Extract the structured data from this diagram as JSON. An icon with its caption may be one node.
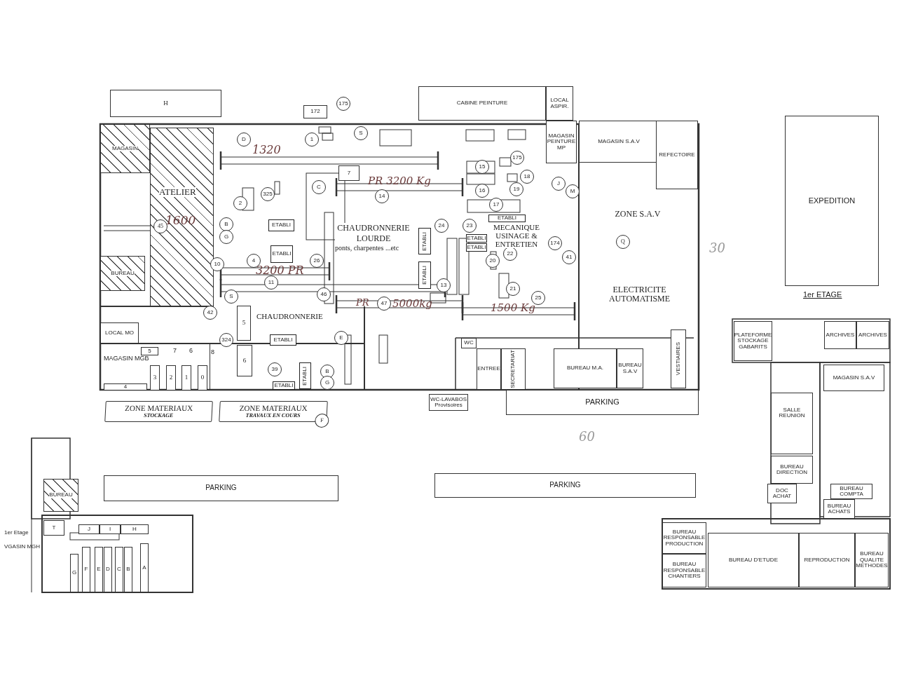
{
  "diagram": {
    "nodes": [
      {
        "text": [
          "H"
        ]
      },
      {
        "text": [
          "172"
        ]
      },
      {
        "text": [
          "175"
        ]
      },
      {
        "text": [
          "CABINE PEINTURE"
        ]
      },
      {
        "text": [
          "LOCAL ASPIR."
        ]
      },
      {
        "text": [
          "MAGASIN"
        ]
      },
      {
        "text": [
          "D"
        ]
      },
      {
        "text": [
          "1"
        ]
      },
      {
        "text": [
          "S"
        ]
      },
      {
        "text": [
          "MAGASIN PEINTURE MP"
        ]
      },
      {
        "text": [
          "MAGASIN S.A.V"
        ]
      },
      {
        "text": [
          "REFECTOIRE"
        ]
      },
      {
        "text": [
          "EXPEDITION"
        ]
      },
      {
        "text": [
          "175"
        ]
      },
      {
        "text": [
          "15"
        ]
      },
      {
        "text": [
          "7"
        ]
      },
      {
        "text": [
          "18"
        ]
      },
      {
        "text": [
          "ATELIER"
        ]
      },
      {
        "text": [
          "C"
        ]
      },
      {
        "text": [
          "16"
        ]
      },
      {
        "text": [
          "19"
        ]
      },
      {
        "text": [
          "J"
        ]
      },
      {
        "text": [
          "M"
        ]
      },
      {
        "text": [
          "325"
        ]
      },
      {
        "text": [
          "14"
        ]
      },
      {
        "text": [
          "ZONE S.A.V"
        ]
      },
      {
        "text": [
          "Q"
        ],
        "in": 25
      },
      {
        "text": [
          "2"
        ]
      },
      {
        "text": [
          "17"
        ]
      },
      {
        "text": [
          "45"
        ],
        "in": 17
      },
      {
        "text": [
          "B"
        ]
      },
      {
        "text": [
          "ETABLI"
        ]
      },
      {
        "text": [
          "ETABLI"
        ]
      },
      {
        "text": [
          "24"
        ]
      },
      {
        "text": [
          "23"
        ]
      },
      {
        "text": [
          "G"
        ]
      },
      {
        "text": [
          "ETABLI"
        ]
      },
      {
        "text": [
          "ETABLI"
        ]
      },
      {
        "text": [
          "174"
        ]
      },
      {
        "text": [
          "ETABLI"
        ]
      },
      {
        "text": [
          "ETABLI"
        ]
      },
      {
        "text": [
          "22"
        ]
      },
      {
        "text": [
          "41"
        ]
      },
      {
        "text": [
          "BUREAU"
        ]
      },
      {
        "text": [
          "4"
        ]
      },
      {
        "text": [
          "26"
        ]
      },
      {
        "text": [
          "20"
        ]
      },
      {
        "text": [
          "10"
        ]
      },
      {
        "text": [
          "ETABLI"
        ]
      },
      {
        "text": [
          "11"
        ]
      },
      {
        "text": [
          "13"
        ]
      },
      {
        "text": [
          "21"
        ]
      },
      {
        "text": [
          "ELECTRICITE AUTOMATISME"
        ]
      },
      {
        "text": [
          "S"
        ]
      },
      {
        "text": [
          "46"
        ]
      },
      {
        "text": [
          "25"
        ]
      },
      {
        "text": [
          "47"
        ]
      },
      {
        "text": [
          "42"
        ]
      },
      {
        "text": [
          "5"
        ]
      },
      {
        "text": [
          "LOCAL MO"
        ]
      },
      {
        "text": [
          "E"
        ]
      },
      {
        "text": [
          "ETABLI"
        ]
      },
      {
        "text": [
          "324"
        ]
      },
      {
        "text": [
          "WC"
        ]
      },
      {
        "text": [
          "ENTREE"
        ]
      },
      {
        "text": [
          "SECRETARIAT"
        ]
      },
      {
        "text": [
          "BUREAU M.A."
        ]
      },
      {
        "text": [
          "BUREAU S.A.V"
        ]
      },
      {
        "text": [
          "VESTIAIRES"
        ]
      },
      {
        "text": [
          "MAGASIN MGB"
        ]
      },
      {
        "text": [
          "5"
        ],
        "in": 69
      },
      {
        "text": [
          "3"
        ],
        "in": 69
      },
      {
        "text": [
          "2"
        ],
        "in": 69
      },
      {
        "text": [
          "1"
        ],
        "in": 69
      },
      {
        "text": [
          "0"
        ],
        "in": 69
      },
      {
        "text": [
          "4"
        ],
        "in": 69
      },
      {
        "text": [
          "6"
        ]
      },
      {
        "text": [
          "39"
        ]
      },
      {
        "text": [
          "ETABLI"
        ]
      },
      {
        "text": [
          "ETABLI"
        ]
      },
      {
        "text": [
          "B"
        ]
      },
      {
        "text": [
          "G"
        ]
      },
      {
        "text": [
          "ZONE MATERIAUX",
          "STOCKAGE"
        ]
      },
      {
        "text": [
          "ZONE MATERIAUX",
          "TRAVAUX EN COURS"
        ]
      },
      {
        "text": [
          "F"
        ],
        "in": 83
      },
      {
        "text": [
          "WC-LAVABOS Provisoires"
        ]
      },
      {
        "text": [
          "PARKING"
        ]
      },
      {
        "text": [
          "PLATEFORME STOCKAGE GABARITS"
        ]
      },
      {
        "text": [
          "ARCHIVES"
        ]
      },
      {
        "text": [
          "ARCHIVES"
        ]
      },
      {
        "text": [
          "MAGASIN S.A.V"
        ]
      },
      {
        "text": [
          "SALLE REUNION"
        ]
      },
      {
        "text": [
          "PARKING"
        ]
      },
      {
        "text": [
          "PARKING"
        ]
      },
      {
        "text": [
          "BUREAU DIRECTION"
        ]
      },
      {
        "text": [
          "BUREAU"
        ]
      },
      {
        "text": [
          "DOC ACHAT"
        ]
      },
      {
        "text": [
          "BUREAU COMPTA"
        ]
      },
      {
        "text": [
          "BUREAU ACHATS"
        ]
      },
      {
        "text": [
          "T"
        ]
      },
      {
        "text": [
          "J"
        ]
      },
      {
        "text": [
          "I"
        ]
      },
      {
        "text": [
          "H"
        ]
      },
      {
        "text": [
          "BUREAU RESPONSABLE PRODUCTION"
        ]
      },
      {
        "text": [
          "BUREAU D'ETUDE"
        ]
      },
      {
        "text": [
          "REPRODUCTION"
        ]
      },
      {
        "text": [
          "BUREAU QUALITE METHODES"
        ]
      },
      {
        "text": [
          "BUREAU RESPONSABLE CHANTIERS"
        ]
      },
      {
        "text": [
          "G"
        ]
      },
      {
        "text": [
          "F"
        ]
      },
      {
        "text": [
          "E"
        ]
      },
      {
        "text": [
          "D"
        ]
      },
      {
        "text": [
          "C"
        ]
      },
      {
        "text": [
          "B"
        ]
      },
      {
        "text": [
          "A"
        ]
      }
    ],
    "labels": [
      "1320",
      "1600",
      "PR 3200 Kg",
      "CHAUDRONNERIE LOURDE",
      "MECANIQUE USINAGE & ENTRETIEN",
      "ponts, charpentes ...etc",
      "30",
      "3200 PR",
      "1er ETAGE",
      "PR",
      "5000kg",
      "1500 Kg",
      "CHAUDRONNERIE",
      "7",
      "6",
      "8",
      "60",
      "1er Etage",
      "VGASIN MGH"
    ]
  }
}
